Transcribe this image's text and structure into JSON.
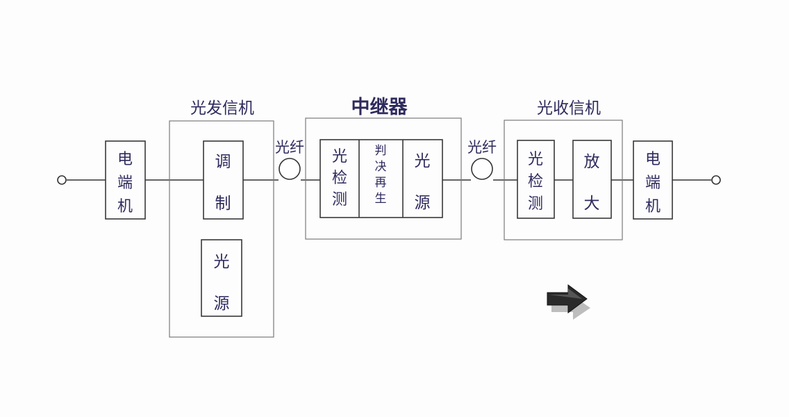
{
  "transmitter": {
    "title": "光发信机",
    "modulator": [
      "调",
      "制"
    ],
    "light_source": [
      "光",
      "源"
    ]
  },
  "repeater": {
    "title": "中继器",
    "photodetector": [
      "光",
      "检",
      "测"
    ],
    "regenerator": [
      "判",
      "决",
      "再",
      "生"
    ],
    "light_source": [
      "光",
      "源"
    ]
  },
  "receiver": {
    "title": "光收信机",
    "photodetector": [
      "光",
      "检",
      "测"
    ],
    "amplifier": [
      "放",
      "大"
    ]
  },
  "fiber_left_label": "光纤",
  "fiber_right_label": "光纤",
  "left_terminal": [
    "电",
    "端",
    "机"
  ],
  "right_terminal": [
    "电",
    "端",
    "机"
  ],
  "arrow_icon": "right-arrow-icon"
}
